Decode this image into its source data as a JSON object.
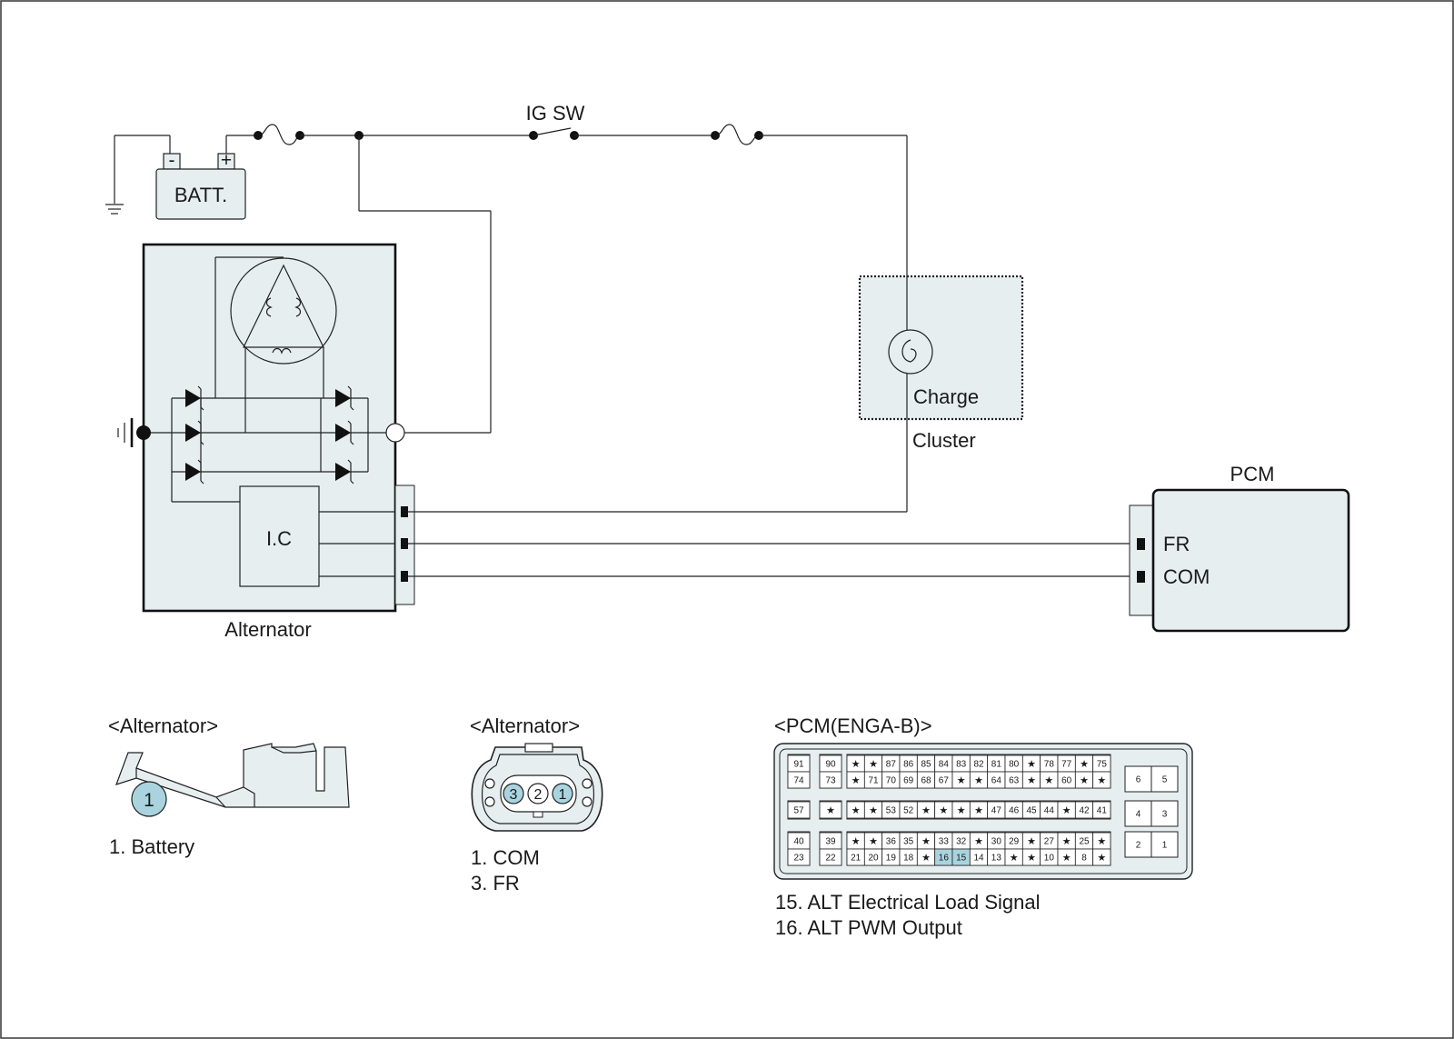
{
  "colors": {
    "panel_fill": "#e6eef0",
    "highlight": "#a9d4df",
    "line": "#222222"
  },
  "schematic": {
    "battery_label": "BATT.",
    "battery_minus": "-",
    "battery_plus": "+",
    "ig_sw_label": "IG SW",
    "charge_label": "Charge",
    "cluster_label": "Cluster",
    "ic_label": "I.C",
    "alternator_label": "Alternator",
    "pcm_label": "PCM",
    "pcm_fr": "FR",
    "pcm_com": "COM"
  },
  "connectors": {
    "alt_battery": {
      "title": "<Alternator>",
      "pin": "1",
      "legend": [
        "1. Battery"
      ]
    },
    "alt_plug": {
      "title": "<Alternator>",
      "pins": [
        "3",
        "2",
        "1"
      ],
      "legend": [
        "1. COM",
        "3. FR"
      ]
    },
    "pcm": {
      "title": "<PCM(ENGA-B)>",
      "row1": [
        "91",
        "90",
        "★",
        "★",
        "87",
        "86",
        "85",
        "84",
        "83",
        "82",
        "81",
        "80",
        "★",
        "78",
        "77",
        "★",
        "75"
      ],
      "row2": [
        "74",
        "73",
        "★",
        "71",
        "70",
        "69",
        "68",
        "67",
        "★",
        "★",
        "64",
        "63",
        "★",
        "★",
        "60",
        "★",
        "★"
      ],
      "row3": [
        "57",
        "★",
        "★",
        "★",
        "53",
        "52",
        "★",
        "★",
        "★",
        "★",
        "47",
        "46",
        "45",
        "44",
        "★",
        "42",
        "41"
      ],
      "row4": [
        "40",
        "39",
        "★",
        "★",
        "36",
        "35",
        "★",
        "33",
        "32",
        "★",
        "30",
        "29",
        "★",
        "27",
        "★",
        "25",
        "★"
      ],
      "row5": [
        "23",
        "22",
        "21",
        "20",
        "19",
        "18",
        "★",
        "16",
        "15",
        "14",
        "13",
        "★",
        "★",
        "10",
        "★",
        "8",
        "★"
      ],
      "side_pins": [
        "6",
        "5",
        "4",
        "3",
        "2",
        "1"
      ],
      "highlighted_pins": [
        "16",
        "15"
      ],
      "legend": [
        "15. ALT Electrical Load Signal",
        "16. ALT PWM Output"
      ]
    }
  }
}
